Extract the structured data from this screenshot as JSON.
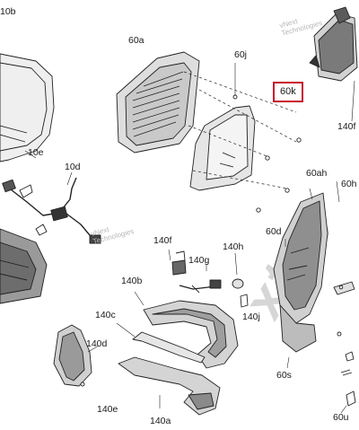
{
  "callouts": {
    "c10b": "10b",
    "c60a": "60a",
    "c60j": "60j",
    "c60k": "60k",
    "c140f_top": "140f",
    "c10e": "10e",
    "c10d": "10d",
    "c60ah": "60ah",
    "c60h": "60h",
    "c140f": "140f",
    "c140g": "140g",
    "c140h": "140h",
    "c60d": "60d",
    "c140b": "140b",
    "c140j": "140j",
    "c140c": "140c",
    "c140d": "140d",
    "c140e": "140e",
    "c140a": "140a",
    "c60s": "60s",
    "c60u": "60u"
  },
  "watermark": {
    "line1": "vNext",
    "line2": "Technologies",
    "line1b": "vNext",
    "line2b": "Technologies",
    "brand": "xtre"
  },
  "colors": {
    "highlight": "#c8102e",
    "line": "#222222",
    "part_fill": "#d9d9d9",
    "dark_fill": "#8c8c8c",
    "watermark": "#b9b9b9"
  }
}
